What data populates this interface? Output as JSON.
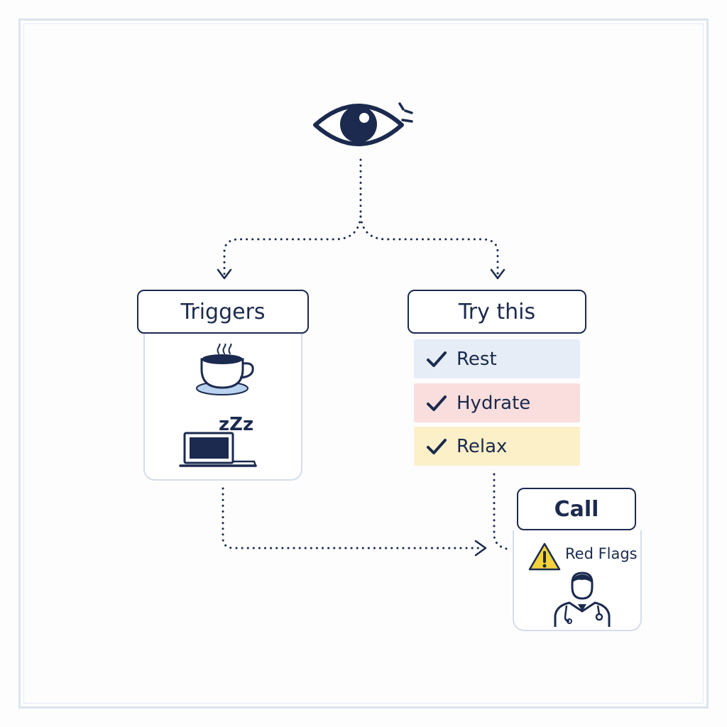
{
  "triggers": {
    "title": "Triggers",
    "icons": [
      "coffee-cup-icon",
      "laptop-sleep-icon"
    ],
    "sleep_text": "zZz"
  },
  "try_this": {
    "title": "Try this",
    "items": [
      {
        "label": "Rest",
        "color": "#e6edf7"
      },
      {
        "label": "Hydrate",
        "color": "#f9dedd"
      },
      {
        "label": "Relax",
        "color": "#fcf0c8"
      }
    ]
  },
  "call": {
    "title": "Call",
    "red_flags_label": "Red Flags",
    "icons": [
      "warning-icon",
      "doctor-icon"
    ]
  },
  "colors": {
    "ink": "#1b2a4e",
    "panel_border": "#d5ddea",
    "warning": "#f5d13a",
    "saucer": "#b9d2ef"
  },
  "top_icon": "eye-icon"
}
